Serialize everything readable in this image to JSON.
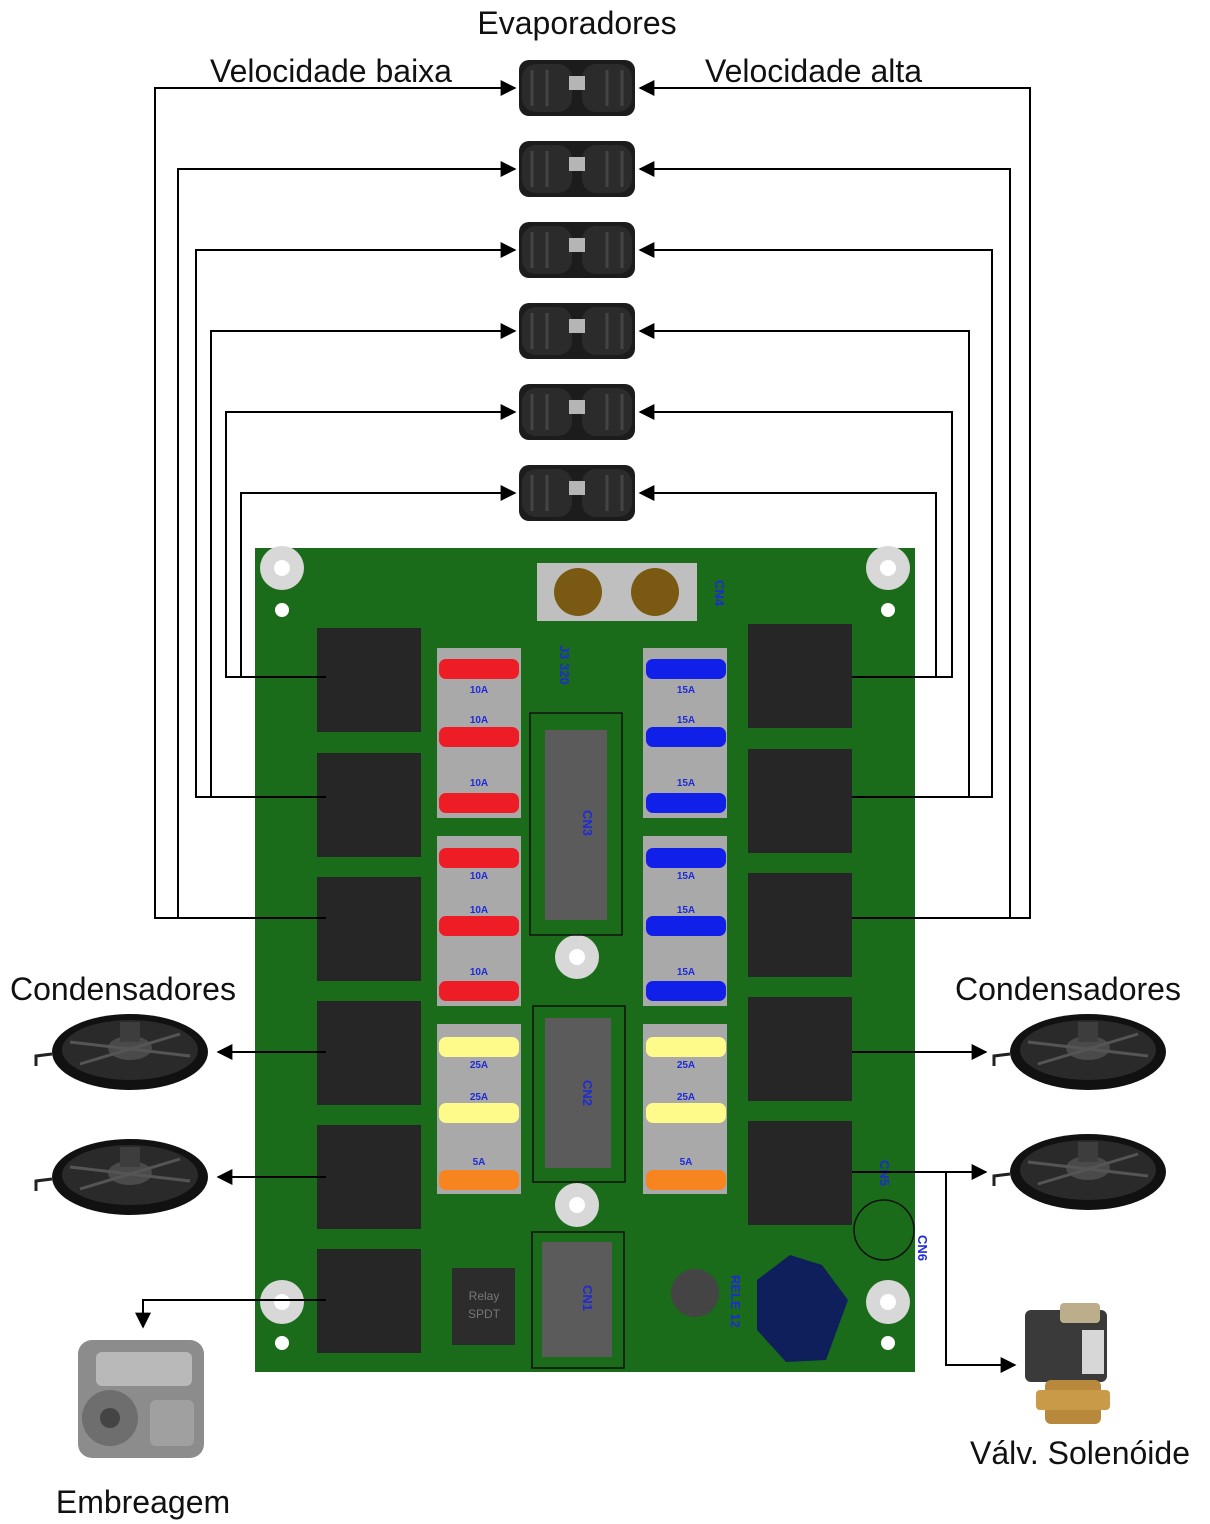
{
  "labels": {
    "evaporadores": "Evaporadores",
    "vel_baixa": "Velocidade baixa",
    "vel_alta": "Velocidade alta",
    "cond_left": "Condensadores",
    "cond_right": "Condensadores",
    "embreagem": "Embreagem",
    "valvula": "Válv. Solenóide"
  },
  "board": {
    "connectors": {
      "cn1": "CN1",
      "cn2": "CN2",
      "cn3": "CN3",
      "cn4": "CN4",
      "cn5": "CN5",
      "cn6": "CN6",
      "rele": "RELE 12",
      "j": "J3 320"
    },
    "relay_chip": [
      "Relay",
      "SPDT"
    ],
    "fuses_left": [
      {
        "label": "10A",
        "color": "#ee1c24"
      },
      {
        "label": "10A",
        "color": "#ee1c24"
      },
      {
        "label": "10A",
        "color": "#ee1c24"
      },
      {
        "label": "10A",
        "color": "#ee1c24"
      },
      {
        "label": "10A",
        "color": "#ee1c24"
      },
      {
        "label": "10A",
        "color": "#ee1c24"
      },
      {
        "label": "25A",
        "color": "#fffb8a"
      },
      {
        "label": "25A",
        "color": "#fffb8a"
      },
      {
        "label": "5A",
        "color": "#f7841e"
      }
    ],
    "fuses_right": [
      {
        "label": "15A",
        "color": "#1020e8"
      },
      {
        "label": "15A",
        "color": "#1020e8"
      },
      {
        "label": "15A",
        "color": "#1020e8"
      },
      {
        "label": "15A",
        "color": "#1020e8"
      },
      {
        "label": "15A",
        "color": "#1020e8"
      },
      {
        "label": "15A",
        "color": "#1020e8"
      },
      {
        "label": "25A",
        "color": "#fffb8a"
      },
      {
        "label": "25A",
        "color": "#fffb8a"
      },
      {
        "label": "5A",
        "color": "#f7841e"
      }
    ],
    "pcb_color": "#1a6b1a"
  }
}
